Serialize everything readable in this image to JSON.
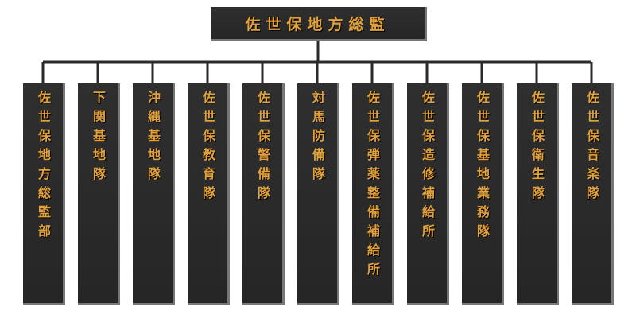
{
  "root": {
    "label": "佐世保地方総監"
  },
  "units": [
    {
      "label": "佐世保地方総監部"
    },
    {
      "label": "下関基地隊"
    },
    {
      "label": "沖縄基地隊"
    },
    {
      "label": "佐世保教育隊"
    },
    {
      "label": "佐世保警備隊"
    },
    {
      "label": "対馬防備隊"
    },
    {
      "label": "佐世保弾薬整備補給所"
    },
    {
      "label": "佐世保造修補給所"
    },
    {
      "label": "佐世保基地業務隊"
    },
    {
      "label": "佐世保衛生隊"
    },
    {
      "label": "佐世保音楽隊"
    }
  ],
  "colors": {
    "box": "#2b2b2b",
    "text": "#e2a13a",
    "line": "#2a2a2a",
    "shadow": "#777777"
  }
}
